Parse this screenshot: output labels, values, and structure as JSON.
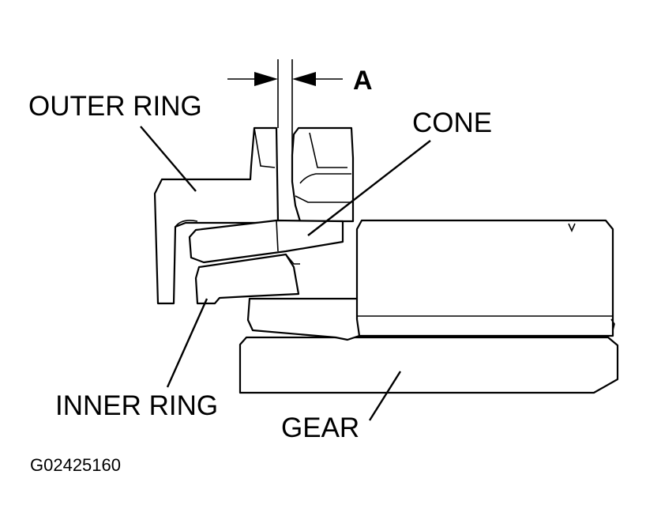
{
  "labels": {
    "outer_ring": "OUTER RING",
    "cone": "CONE",
    "inner_ring": "INNER RING",
    "gear": "GEAR",
    "dimension": "A"
  },
  "figure_id": "G02425160",
  "colors": {
    "line": "#000000",
    "background": "#ffffff"
  }
}
